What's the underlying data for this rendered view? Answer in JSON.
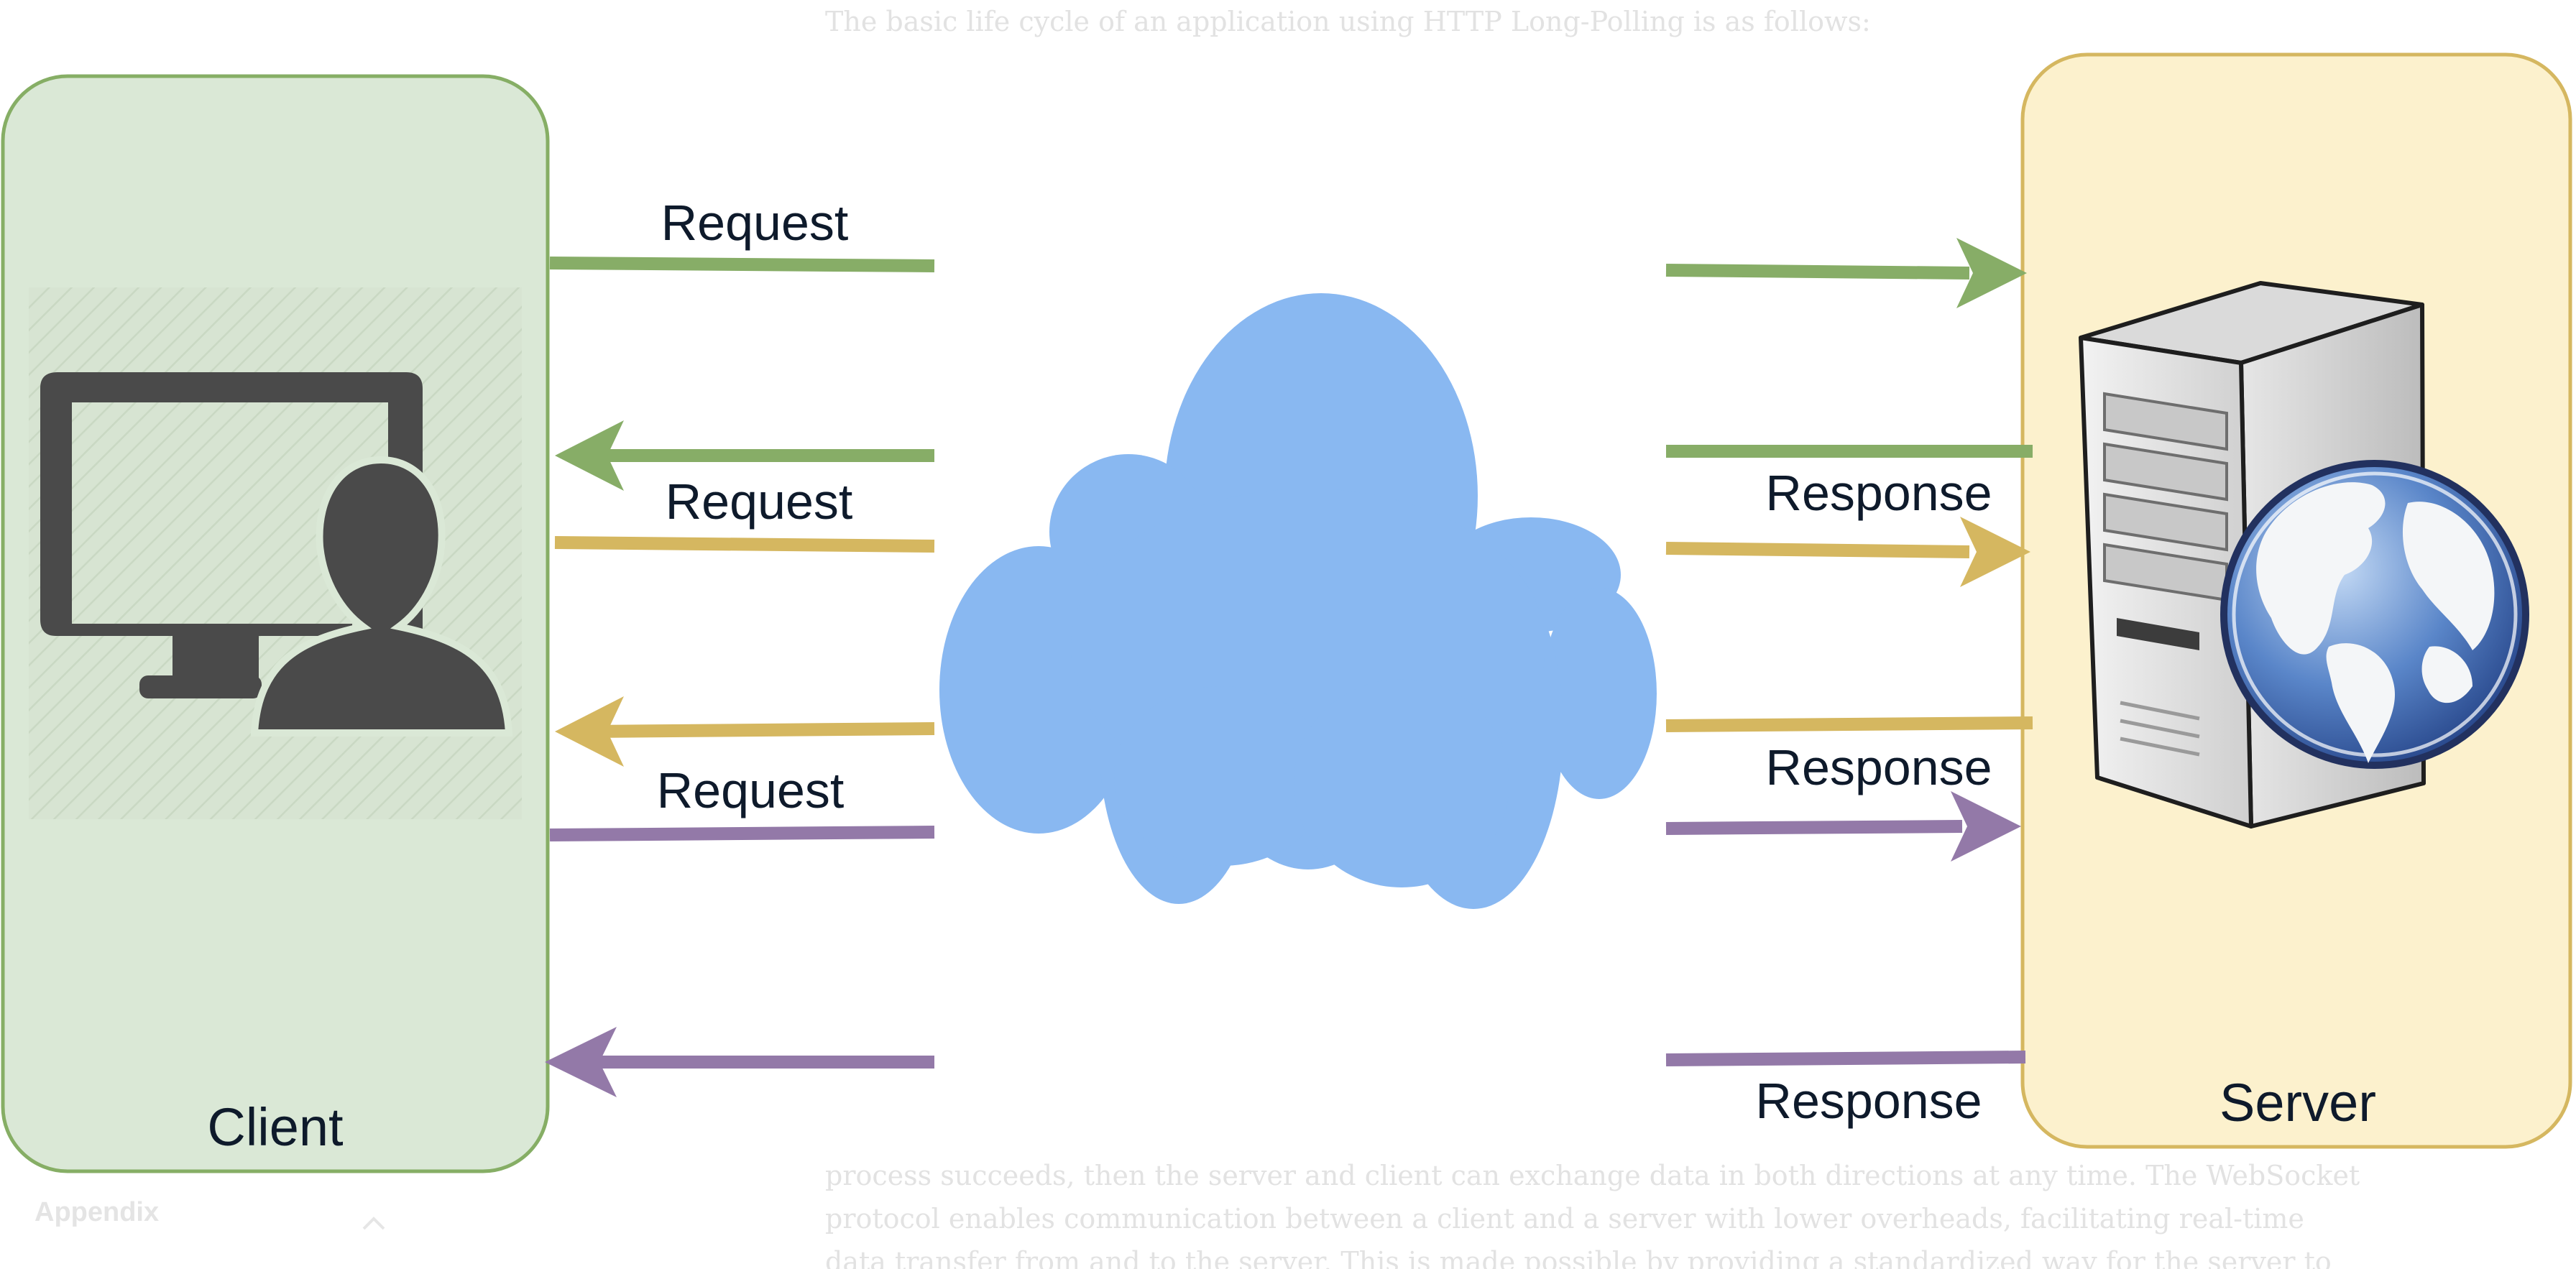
{
  "background_text": {
    "top_line": "The basic life cycle of an application using HTTP Long-Polling is as follows:",
    "bottom_lines": [
      "process succeeds, then the server and client can exchange data in both directions at any time. The WebSocket",
      "protocol enables communication between a client and a server with lower overheads, facilitating real-time",
      "data transfer from and to the server. This is made possible by providing a standardized way for the server to"
    ],
    "sidebar_label": "Appendix"
  },
  "diagram": {
    "client_label": "Client",
    "server_label": "Server",
    "request_labels": [
      "Request",
      "Request",
      "Request"
    ],
    "response_labels": [
      "Response",
      "Response",
      "Response"
    ],
    "icons": {
      "client": "user-at-computer-icon",
      "network": "cloud-icon",
      "server": "web-server-globe-icon"
    },
    "colors": {
      "client_fill": "#dae8d6",
      "client_stroke": "#86ae65",
      "server_fill": "#fcf1cd",
      "server_stroke": "#d5b760",
      "cloud": "#89b8f1",
      "green": "#87ad67",
      "gold": "#d5b760",
      "purple": "#9379a8",
      "label": "#0e1a2b"
    }
  }
}
